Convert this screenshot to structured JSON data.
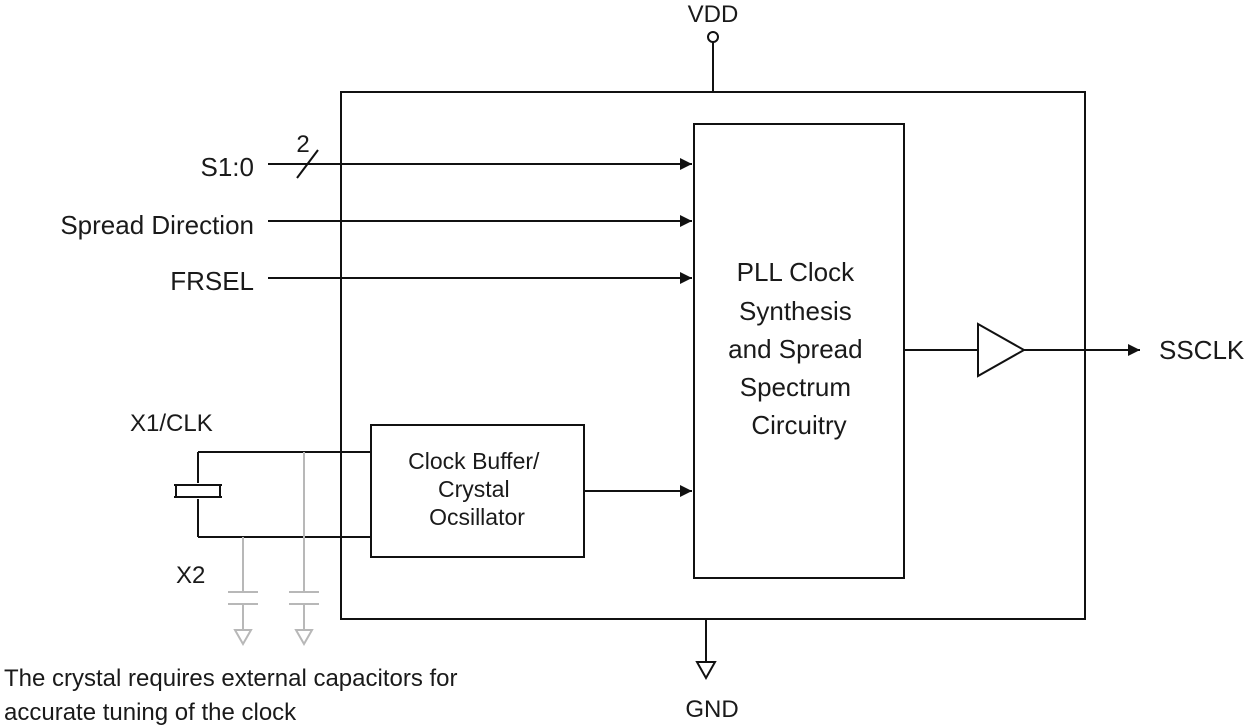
{
  "pins": {
    "vdd": "VDD",
    "gnd": "GND",
    "s10": "S1:0",
    "bus_width": "2",
    "spread_direction": "Spread Direction",
    "frsel": "FRSEL",
    "x1clk": "X1/CLK",
    "x2": "X2",
    "ssclk": "SSCLK"
  },
  "blocks": {
    "pll": [
      "PLL Clock",
      "Synthesis",
      "and Spread",
      "Spectrum",
      "Circuitry"
    ],
    "osc": [
      "Clock Buffer/",
      "Crystal",
      "Ocsillator"
    ]
  },
  "note": [
    "The crystal requires external capacitors for",
    "accurate tuning of the clock"
  ],
  "colors": {
    "line": "#111111",
    "external_parts": "#b8b8b8",
    "text": "#1a1a1a"
  }
}
